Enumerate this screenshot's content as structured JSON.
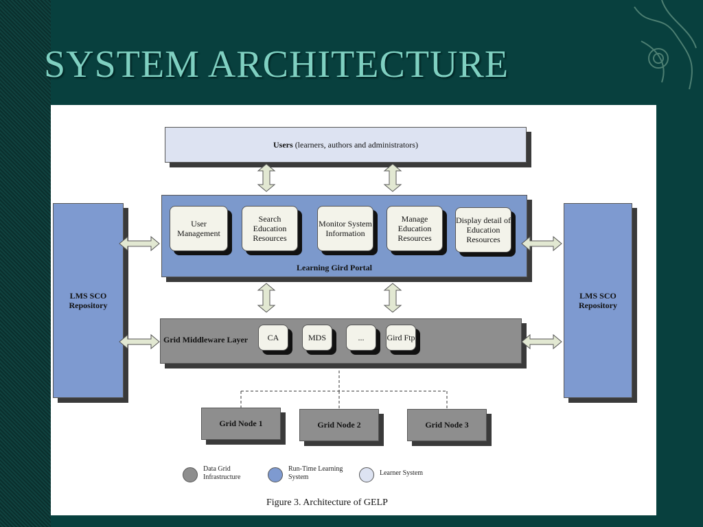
{
  "slide": {
    "title": "SYSTEM ARCHITECTURE"
  },
  "diagram": {
    "users": {
      "bold": "Users",
      "rest": "(learners, authors and administrators)"
    },
    "portal": {
      "title": "Learning Gird Portal",
      "modules": [
        "User Management",
        "Search Education Resources",
        "Monitor System Information",
        "Manage Education Resources",
        "Display detail of Education Resources"
      ]
    },
    "middleware": {
      "title": "Grid Middleware Layer",
      "modules": [
        "CA",
        "MDS",
        "...",
        "Gird Ftp"
      ]
    },
    "lms_left": "LMS SCO Repository",
    "lms_right": "LMS SCO Repository",
    "nodes": [
      "Grid Node 1",
      "Grid Node 2",
      "Grid Node 3"
    ],
    "legend": [
      {
        "label": "Data Grid Infrastructure",
        "color": "#8e8e8e"
      },
      {
        "label": "Run-Time Learning System",
        "color": "#7e9ad0"
      },
      {
        "label": "Learner System",
        "color": "#dde3f2"
      }
    ],
    "caption": "Figure 3.    Architecture of GELP"
  }
}
